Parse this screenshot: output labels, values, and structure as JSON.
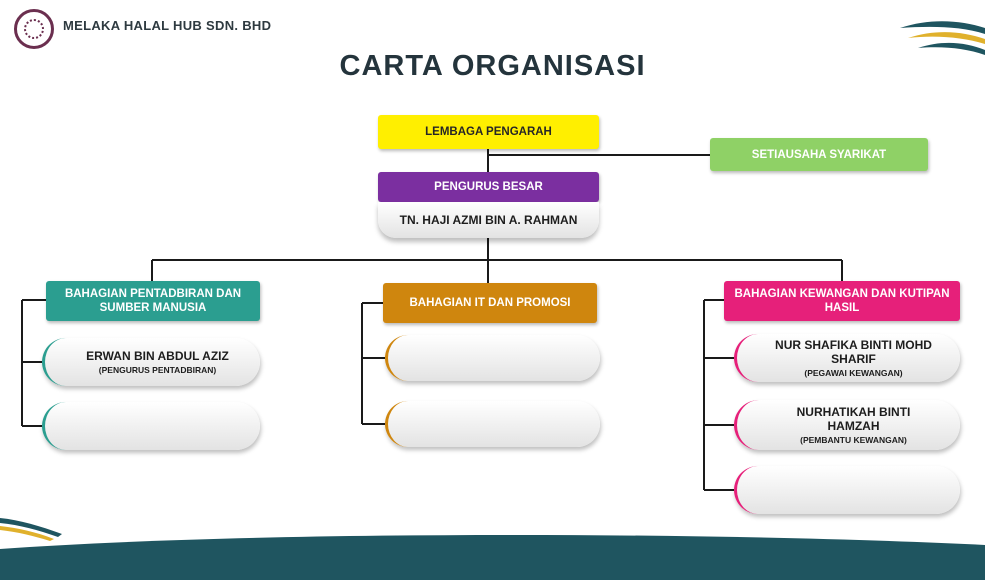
{
  "company": {
    "name": "MELAKA HALAL HUB SDN. BHD"
  },
  "chart_title": "CARTA ORGANISASI",
  "nodes": {
    "board": "LEMBAGA PENGARAH",
    "secretary": "SETIAUSAHA SYARIKAT",
    "gm_title": "PENGURUS BESAR",
    "gm_name": "TN. HAJI AZMI BIN A. RAHMAN"
  },
  "departments": [
    {
      "label": "BAHAGIAN PENTADBIRAN DAN SUMBER MANUSIA",
      "color": "#2b9e90",
      "members": [
        {
          "name": "ERWAN BIN ABDUL AZIZ",
          "role": "(PENGURUS PENTADBIRAN)"
        },
        {
          "name": "",
          "role": ""
        }
      ]
    },
    {
      "label": "BAHAGIAN IT DAN PROMOSI",
      "color": "#cf860e",
      "members": [
        {
          "name": "",
          "role": ""
        },
        {
          "name": "",
          "role": ""
        }
      ]
    },
    {
      "label": "BAHAGIAN KEWANGAN DAN KUTIPAN HASIL",
      "color": "#e6207a",
      "members": [
        {
          "name": "NUR SHAFIKA BINTI MOHD SHARIF",
          "role": "(PEGAWAI KEWANGAN)"
        },
        {
          "name": "NURHATIKAH BINTI HAMZAH",
          "role": "(PEMBANTU KEWANGAN)"
        },
        {
          "name": "",
          "role": ""
        }
      ]
    }
  ],
  "colors": {
    "title": "#24343c",
    "board": "#ffef00",
    "secretary": "#8fd166",
    "gm": "#7b2fa0",
    "footer": "#1f5560"
  }
}
